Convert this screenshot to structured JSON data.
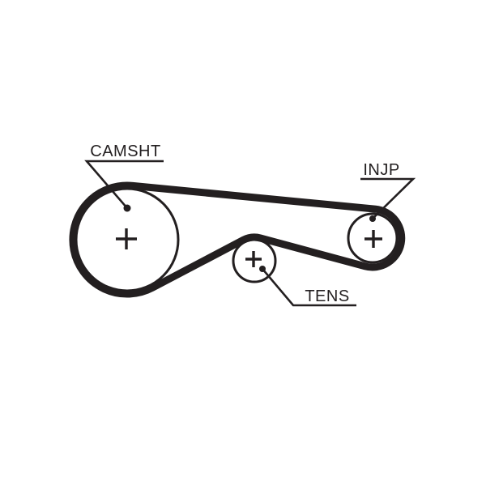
{
  "diagram": {
    "type": "timing-belt-routing-diagram",
    "background_color": "#ffffff",
    "line_color": "#231f20",
    "center_mark_symbol": "+",
    "labels": {
      "camshaft": "CAMSHT",
      "injection_pump": "INJP",
      "tensioner": "TENS"
    },
    "pulleys": [
      {
        "id": "camshaft",
        "label": "CAMSHT",
        "size": "large"
      },
      {
        "id": "injection-pump",
        "label": "INJP",
        "size": "small"
      },
      {
        "id": "tensioner",
        "label": "TENS",
        "size": "small"
      }
    ]
  }
}
